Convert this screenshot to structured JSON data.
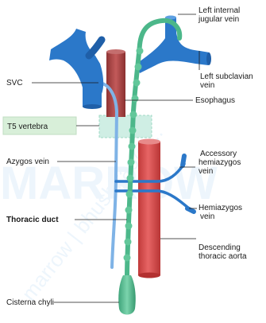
{
  "labels": {
    "left_internal_jugular_vein": [
      "Left internal",
      "jugular vein"
    ],
    "svc": "SVC",
    "left_subclavian_vein": [
      "Left subclavian",
      "vein"
    ],
    "esophagus": "Esophagus",
    "t5_vertebra": "T5 vertebra",
    "azygos_vein": "Azygos vein",
    "accessory_hemiazygos_vein": [
      "Accessory",
      "hemiazygos",
      "vein"
    ],
    "hemiazygos_vein": [
      "Hemiazygos",
      "vein"
    ],
    "thoracic_duct": "Thoracic duct",
    "descending_thoracic_aorta": [
      "Descending",
      "thoracic aorta"
    ],
    "cisterna_chyli": "Cisterna chyli"
  },
  "watermark": {
    "line1": "MARROW",
    "line2": "marrow | bhushirao@..."
  },
  "colors": {
    "vein_blue": "#2b78c9",
    "vein_dark": "#1f5fa8",
    "azygos_light": "#7fb3e6",
    "duct_green": "#4cb78a",
    "aorta_red": "#d94848",
    "esophagus_red": "#a84040",
    "t5_fill": "#cfeee4"
  }
}
